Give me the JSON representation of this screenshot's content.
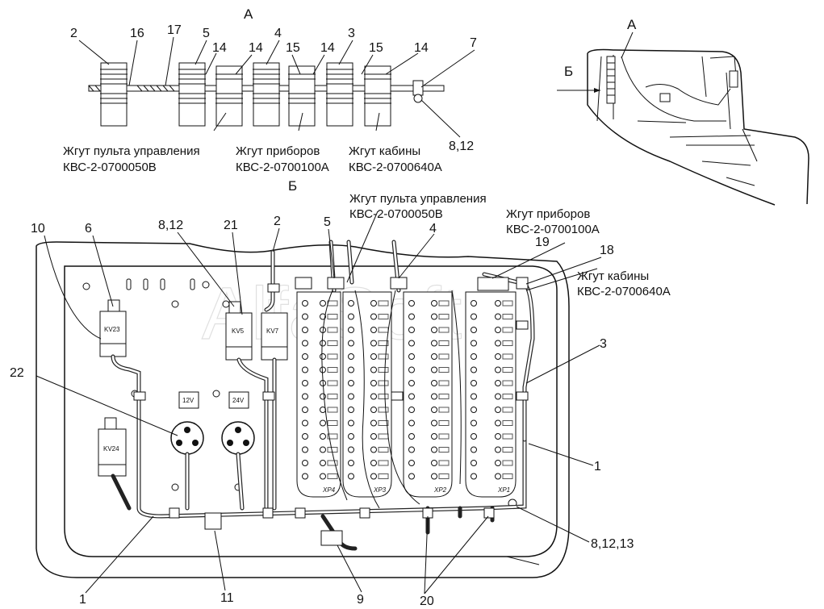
{
  "view_labels": {
    "a": "А",
    "b": "Б"
  },
  "detail_a": {
    "numbers": [
      "2",
      "16",
      "17",
      "5",
      "14",
      "14",
      "4",
      "15",
      "14",
      "3",
      "15",
      "14",
      "7",
      "8,12"
    ],
    "captions": [
      {
        "line1": "Жгут пульта управления",
        "line2": "КВС-2-0700050В"
      },
      {
        "line1": "Жгут приборов",
        "line2": "КВС-2-0700100А"
      },
      {
        "line1": "Жгут кабины",
        "line2": "КВС-2-0700640А"
      }
    ]
  },
  "detail_b": {
    "captions": [
      {
        "line1": "Жгут пульта управления",
        "line2": "КВС-2-0700050В"
      },
      {
        "line1": "Жгут приборов",
        "line2": "КВС-2-0700100А"
      },
      {
        "line1": "Жгут кабины",
        "line2": "КВС-2-0700640А"
      }
    ],
    "callouts": [
      "10",
      "6",
      "8,12",
      "21",
      "2",
      "5",
      "4",
      "19",
      "18",
      "3",
      "22",
      "1",
      "8,12,13",
      "1",
      "11",
      "9",
      "20"
    ],
    "relays": [
      "KV23",
      "KV5",
      "KV7",
      "KV24"
    ],
    "voltage_labels": [
      "12V",
      "24V"
    ],
    "terminal_blocks": [
      "XP4",
      "XP3",
      "XP2",
      "XP1"
    ],
    "watermark": "AlfaSoft"
  }
}
